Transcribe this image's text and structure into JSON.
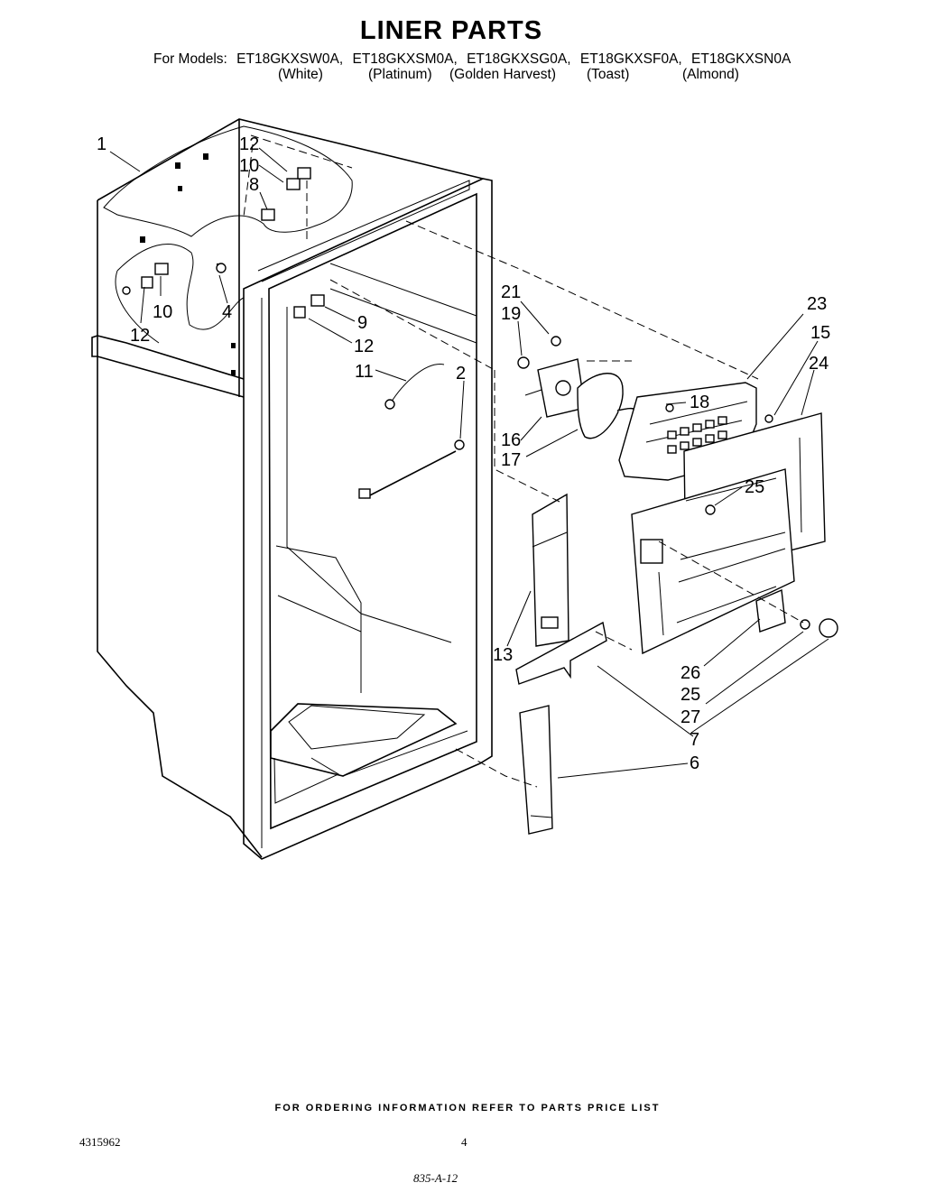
{
  "header": {
    "title": "LINER PARTS",
    "models_label": "For Models:",
    "models": [
      "ET18GKXSW0A,",
      "ET18GKXSM0A,",
      "ET18GKXSG0A,",
      "ET18GKXSF0A,",
      "ET18GKXSN0A"
    ],
    "colors": [
      "(White)",
      "(Platinum)",
      "(Golden Harvest)",
      "(Toast)",
      "(Almond)"
    ]
  },
  "callouts": [
    "1",
    "12",
    "10",
    "8",
    "4",
    "10",
    "12",
    "9",
    "12",
    "11",
    "2",
    "21",
    "19",
    "23",
    "15",
    "24",
    "18",
    "16",
    "17",
    "25",
    "13",
    "26",
    "25",
    "27",
    "7",
    "6"
  ],
  "footer": {
    "ordering_note": "FOR ORDERING INFORMATION REFER TO PARTS PRICE LIST",
    "doc_number": "4315962",
    "page_number": "4",
    "handwritten": "835-A-12"
  }
}
